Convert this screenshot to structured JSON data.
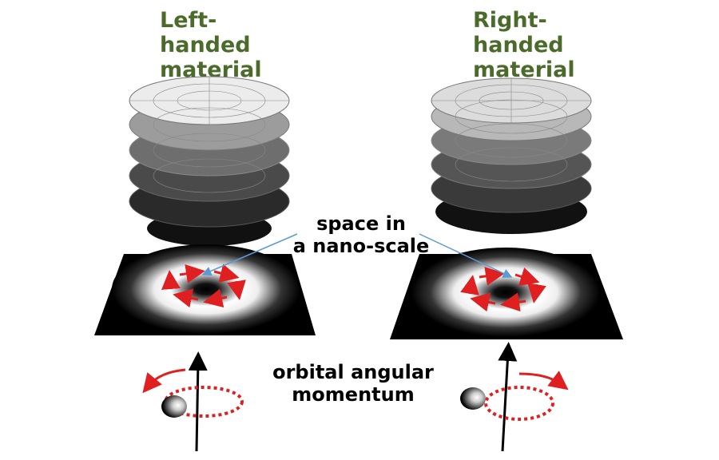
{
  "left": {
    "title": "Left-\nhanded\nmaterial"
  },
  "right": {
    "title": "Right-\nhanded\nmaterial"
  },
  "space_label": "space in\na nano-scale",
  "oam_label": "orbital angular\nmomentum",
  "colors": {
    "title": "#4a6b2a",
    "arrow": "#e02020",
    "pointer": "#5b9bd5"
  }
}
